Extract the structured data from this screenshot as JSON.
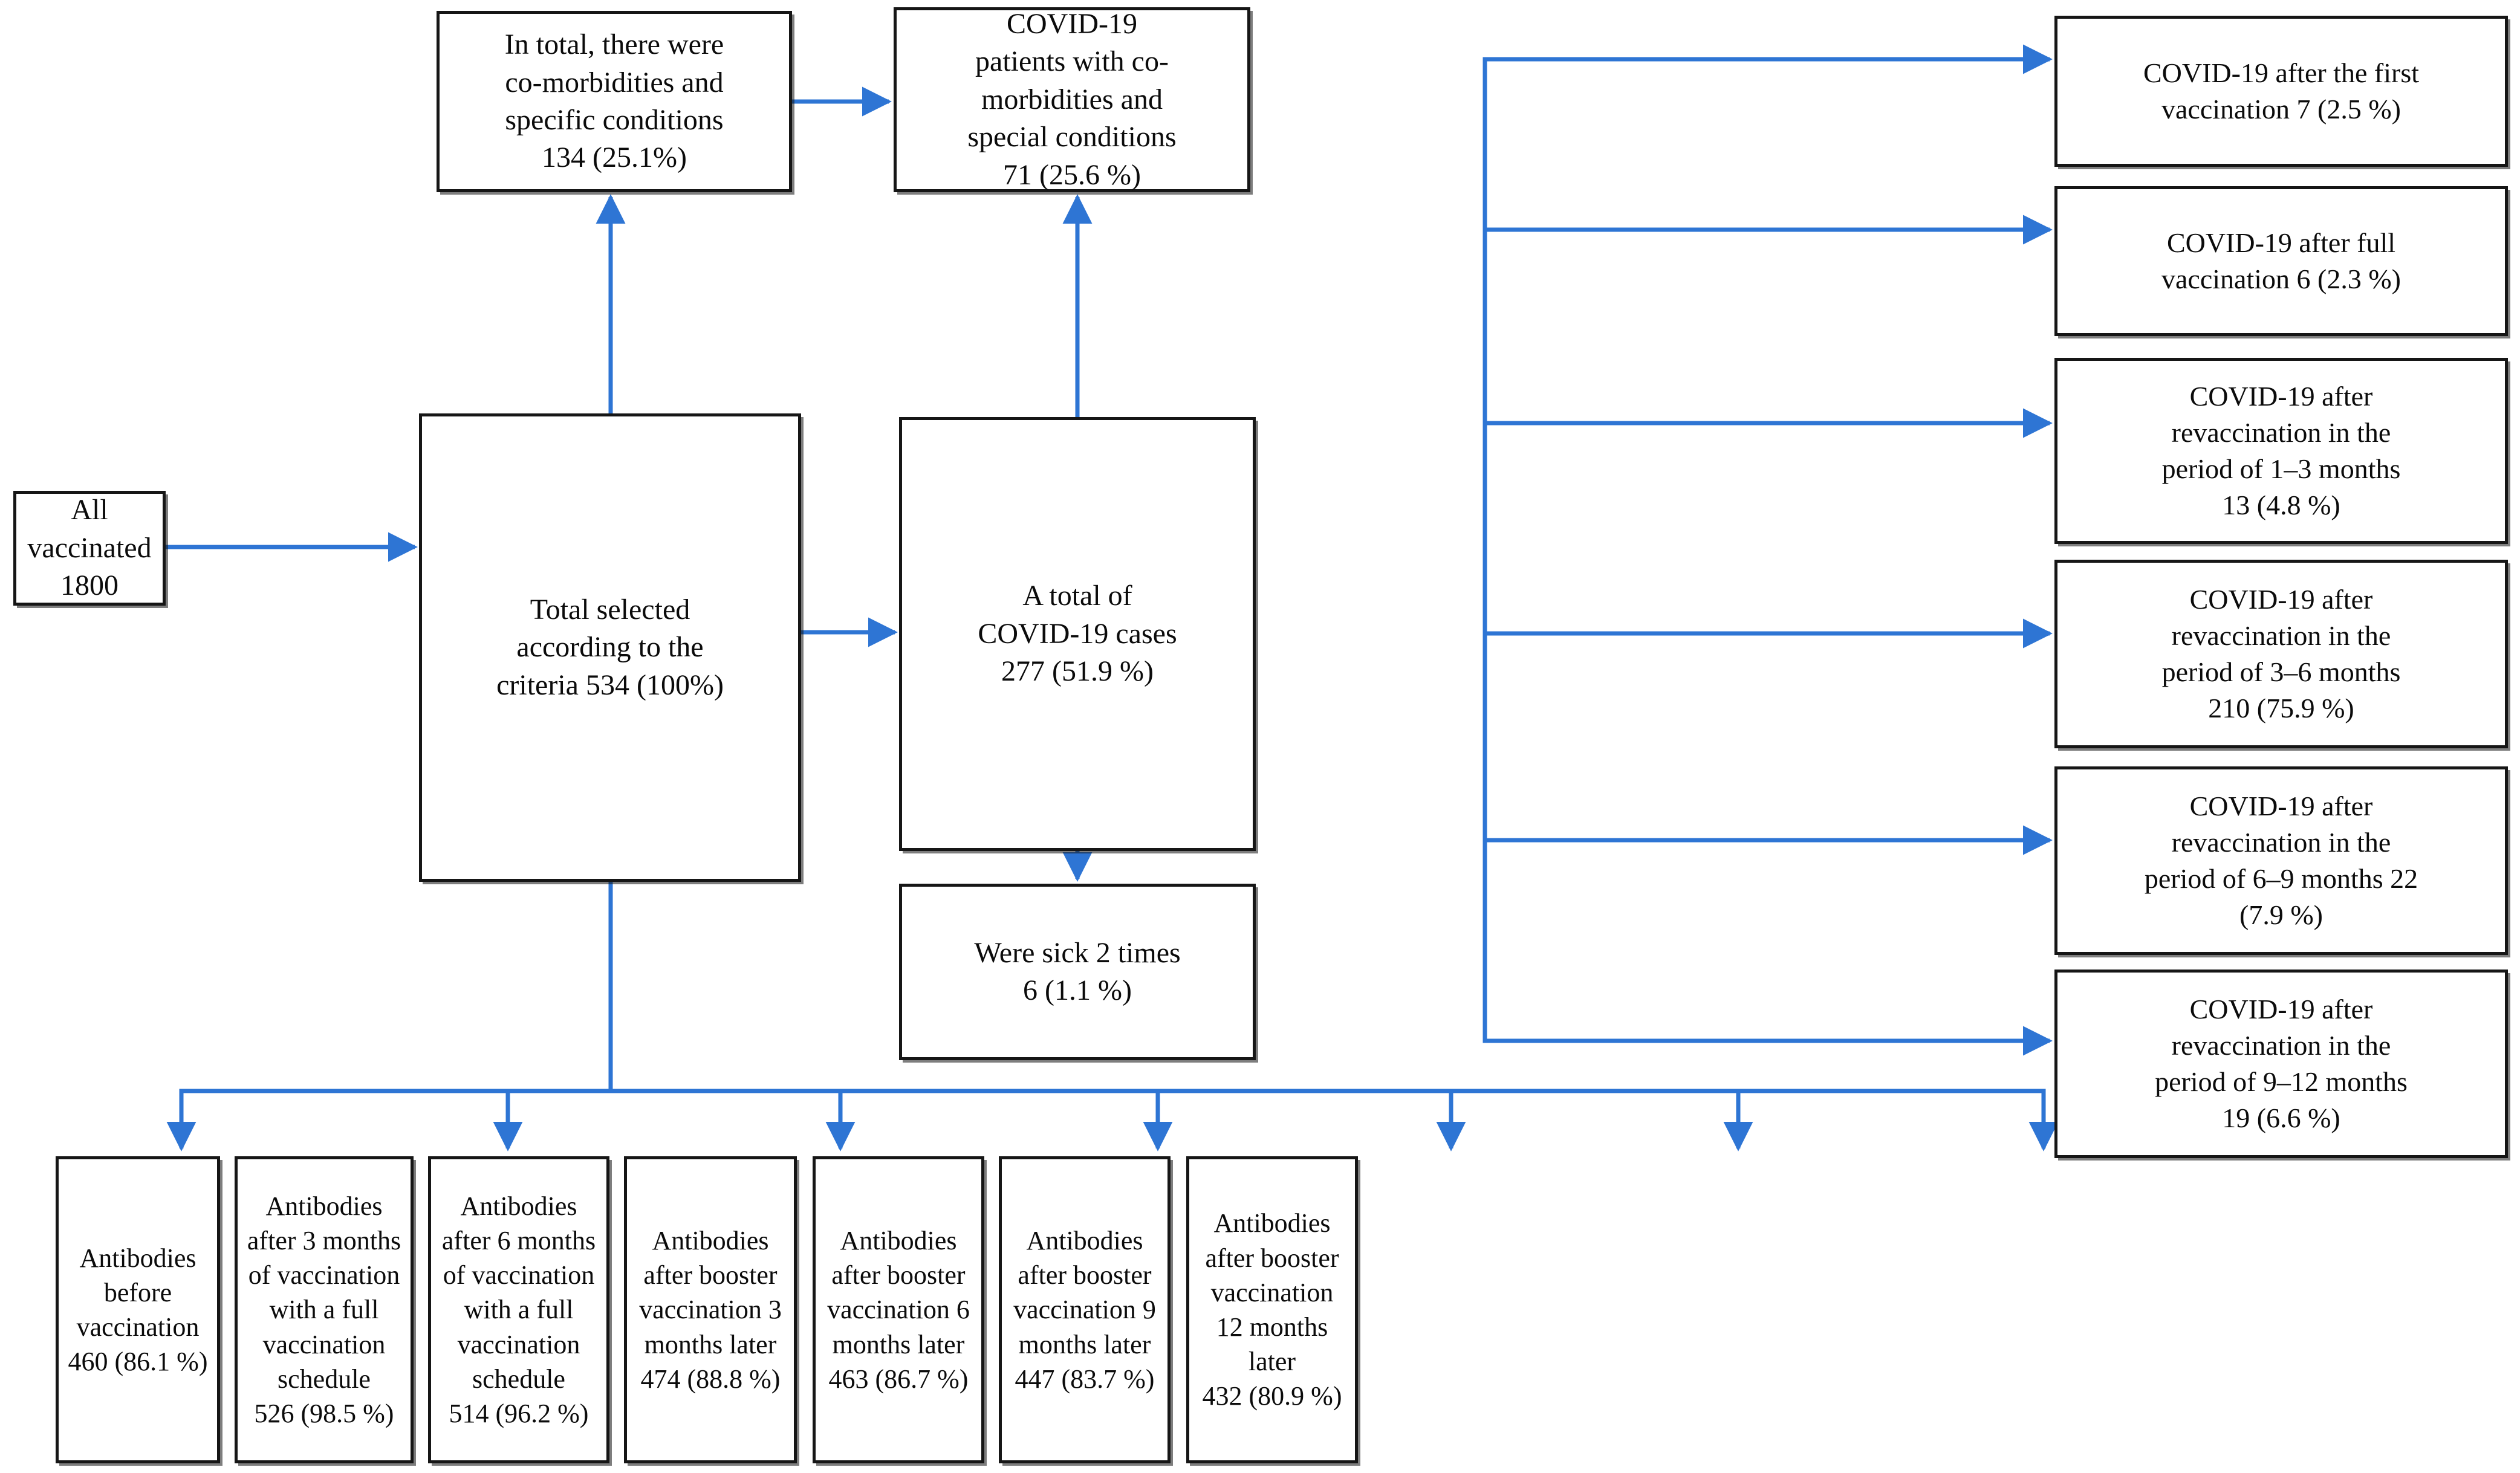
{
  "diagram": {
    "title": "COVID-19 vaccination cohort flow diagram",
    "accent_color": "#2E75D4",
    "box_border_color": "#161616",
    "text_color": "#0b0b0b",
    "background_color": "#ffffff"
  },
  "nodes": {
    "all_vaccinated": "All vaccinated\n1800",
    "total_selected": "Total selected\naccording to the\ncriteria  534  (100%)",
    "comorbidities_total": "In total, there were\nco-morbidities  and\nspecific conditions\n134  (25.1%)",
    "covid_comorbidities": "COVID-19\npatients with co-\nmorbidities  and\nspecial conditions\n71 (25.6  %)",
    "covid_total": "A total of\nCOVID-19   cases\n277 (51.9  %)",
    "sick_two_times": "Were sick 2 times\n6 (1.1  %)"
  },
  "covid_breakdown": [
    {
      "key": "after_first_vaccination",
      "label": "COVID-19   after the first\nvaccination 7 (2.5  %)",
      "count": 7,
      "percent": 2.5
    },
    {
      "key": "after_full_vaccination",
      "label": "COVID-19   after full\nvaccination 6 (2.3  %)",
      "count": 6,
      "percent": 2.3
    },
    {
      "key": "revaccination_1_3_months",
      "label": "COVID-19   after\nrevaccination in the\nperiod of 1–3 months\n13 (4.8  %)",
      "count": 13,
      "percent": 4.8
    },
    {
      "key": "revaccination_3_6_months",
      "label": "COVID-19   after\nrevaccination in the\nperiod of 3–6 months\n210 (75.9  %)",
      "count": 210,
      "percent": 75.9
    },
    {
      "key": "revaccination_6_9_months",
      "label": "COVID-19   after\nrevaccination in the\nperiod of 6–9 months 22\n(7.9  %)",
      "count": 22,
      "percent": 7.9
    },
    {
      "key": "revaccination_9_12_months",
      "label": "COVID-19   after\nrevaccination in the\nperiod of 9–12  months\n19 (6.6  %)",
      "count": 19,
      "percent": 6.6
    }
  ],
  "antibody_results": [
    {
      "key": "before_vaccination",
      "label": "Antibodies\nbefore\nvaccination\n460 (86.1  %)",
      "count": 460,
      "percent": 86.1
    },
    {
      "key": "after_3_months_full",
      "label": "Antibodies\nafter 3 months\nof vaccination\nwith a full\nvaccination\nschedule\n526 (98.5  %)",
      "count": 526,
      "percent": 98.5
    },
    {
      "key": "after_6_months_full",
      "label": "Antibodies\nafter 6 months\nof vaccination\nwith a full\nvaccination\nschedule\n514 (96.2  %)",
      "count": 514,
      "percent": 96.2
    },
    {
      "key": "booster_3_months_later",
      "label": "Antibodies\nafter booster\nvaccination 3\nmonths later\n474 (88.8  %)",
      "count": 474,
      "percent": 88.8
    },
    {
      "key": "booster_6_months_later",
      "label": "Antibodies\nafter booster\nvaccination 6\nmonths later\n463 (86.7  %)",
      "count": 463,
      "percent": 86.7
    },
    {
      "key": "booster_9_months_later",
      "label": "Antibodies\nafter booster\nvaccination 9\nmonths later\n447 (83.7  %)",
      "count": 447,
      "percent": 83.7
    },
    {
      "key": "booster_12_months_later",
      "label": "Antibodies\nafter booster\nvaccination\n12 months\nlater\n432 (80.9  %)",
      "count": 432,
      "percent": 80.9
    }
  ]
}
